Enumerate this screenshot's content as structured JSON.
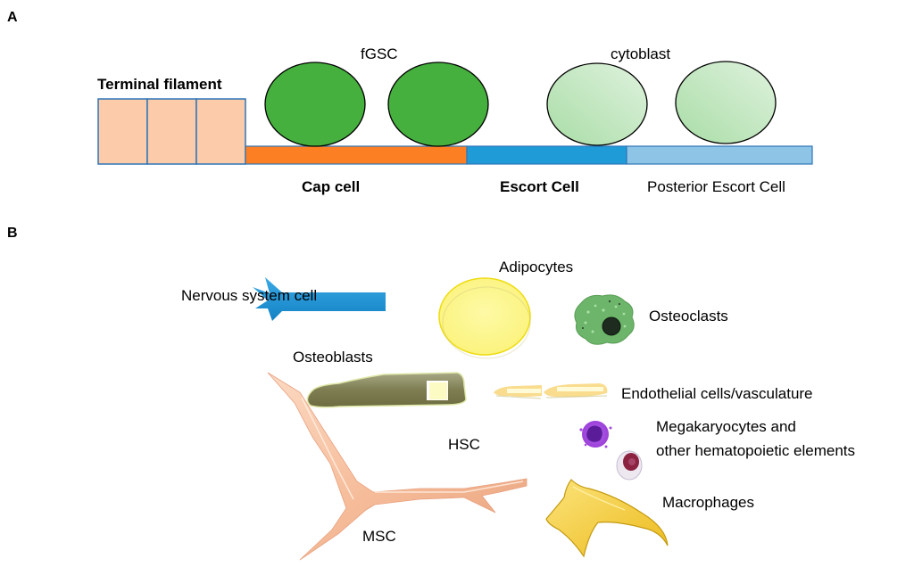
{
  "panel_a": {
    "letter": "A",
    "labels": {
      "terminal_filament": "Terminal filament",
      "fgsc": "fGSC",
      "cytoblast": "cytoblast",
      "cap_cell": "Cap cell",
      "escort_cell": "Escort Cell",
      "posterior_escort_cell": "Posterior Escort Cell"
    },
    "colors": {
      "terminal_filament_fill": "#FCCBAA",
      "cell_outline": "#2E75B6",
      "cap_cell": "#FD7F23",
      "escort_cell": "#1F9BD7",
      "posterior_escort_cell": "#8EC4E6",
      "fgsc": "#45B03E",
      "cytoblast_light": "#D4EED3",
      "cytoblast_dark": "#A9DDA6"
    }
  },
  "panel_b": {
    "letter": "B",
    "labels": {
      "nervous": "Nervous system cell",
      "adipocytes": "Adipocytes",
      "osteoclasts": "Osteoclasts",
      "osteoblasts": "Osteoblasts",
      "endothelial": "Endothelial cells/vasculature",
      "megakaryocytes_line1": "Megakaryocytes and",
      "megakaryocytes_line2": "other hematopoietic elements",
      "hsc": "HSC",
      "macrophages": "Macrophages",
      "msc": "MSC"
    },
    "colors": {
      "nervous": "#1B95D8",
      "adipocyte": "#FDF68C",
      "adipocyte_edge": "#F1E200",
      "osteoclast": "#6CB56A",
      "osteoblast": "#7A7A4E",
      "endothelial": "#F9DC8E",
      "megakaryocyte": "#A44BE0",
      "macrophage": "#F5CF3A",
      "msc": "#F9C6A6"
    }
  }
}
